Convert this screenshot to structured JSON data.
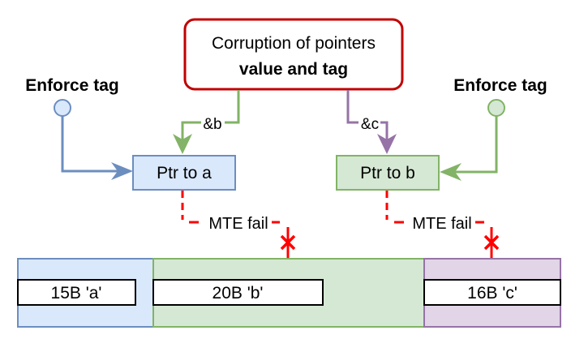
{
  "corruption_box": {
    "line1": "Corruption of pointers",
    "line2": "value and tag",
    "border_color": "#c00000"
  },
  "enforce_left": {
    "label": "Enforce tag",
    "color": "#6c8ebf",
    "fill": "#dae8fc"
  },
  "enforce_right": {
    "label": "Enforce tag",
    "color": "#82b366",
    "fill": "#d5e8d4"
  },
  "ptr_a": {
    "label": "Ptr to a",
    "fill": "#dae8fc",
    "stroke": "#6c8ebf"
  },
  "ptr_b": {
    "label": "Ptr to b",
    "fill": "#d5e8d4",
    "stroke": "#82b366"
  },
  "edge_b": {
    "label": "&b",
    "color": "#82b366"
  },
  "edge_c": {
    "label": "&c",
    "color": "#9673a6"
  },
  "mte_left": {
    "label": "MTE fail",
    "color": "#ff0000"
  },
  "mte_right": {
    "label": "MTE fail",
    "color": "#ff0000"
  },
  "memory": {
    "regions": [
      {
        "label": "15B 'a'",
        "fill": "#dae8fc",
        "stroke": "#6c8ebf"
      },
      {
        "label": "20B 'b'",
        "fill": "#d5e8d4",
        "stroke": "#82b366"
      },
      {
        "label": "16B 'c'",
        "fill": "#e1d5e7",
        "stroke": "#9673a6"
      }
    ]
  }
}
